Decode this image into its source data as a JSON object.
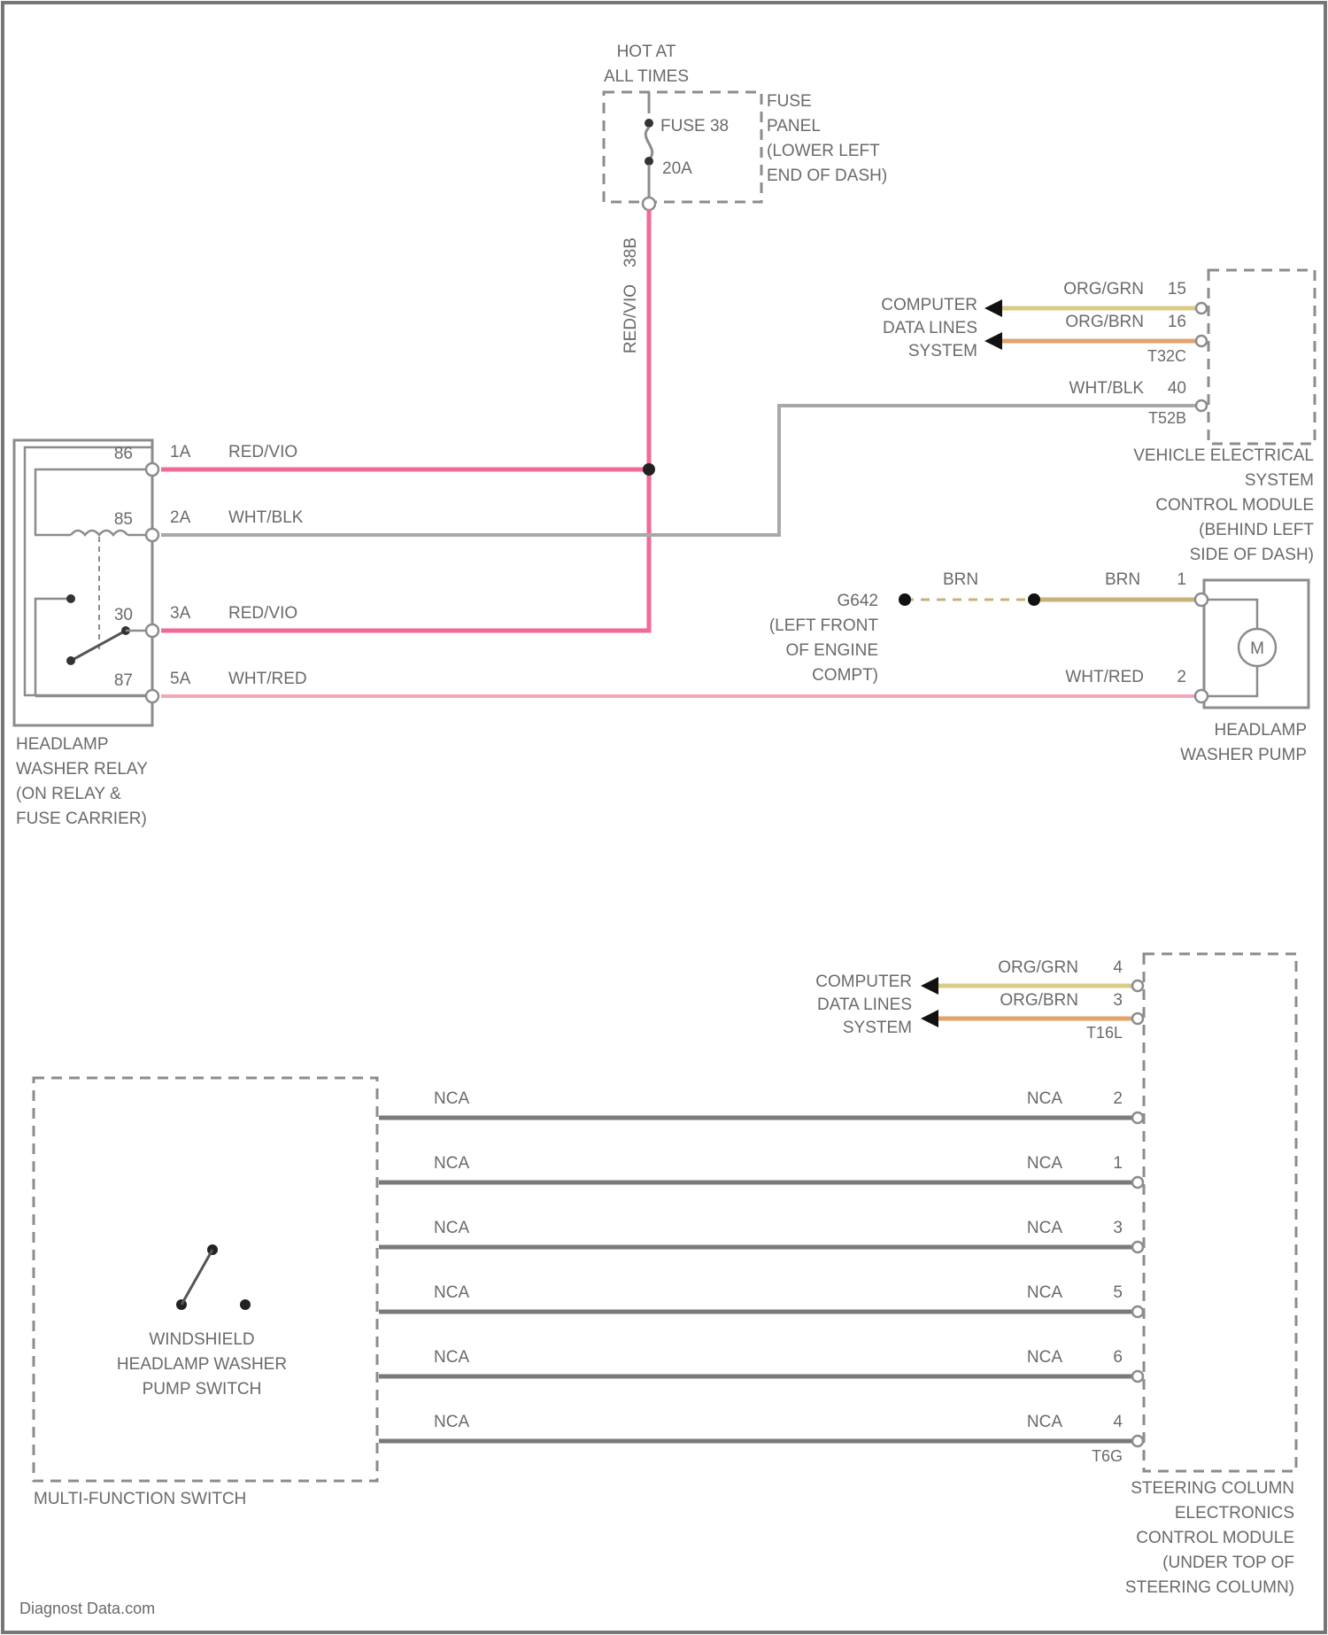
{
  "colors": {
    "red_vio": "#f06a97",
    "wht_red": "#f2a6b8",
    "wht_blk": "#a8a8a8",
    "org_grn": "#d8cc86",
    "org_brn": "#e0a46c",
    "brn": "#c9b27a",
    "nca": "#7a7a7a",
    "outline": "#8c8c8c",
    "text": "#6a6a6a"
  },
  "fuse": {
    "hot_line1": "HOT AT",
    "hot_line2": "ALL TIMES",
    "fuse_name": "FUSE 38",
    "fuse_rating": "20A",
    "panel_line1": "FUSE",
    "panel_line2": "PANEL",
    "panel_line3": "(LOWER LEFT",
    "panel_line4": "END OF DASH)",
    "pin": "38B",
    "wire": "RED/VIO"
  },
  "relay": {
    "pin_86": "86",
    "pin_85": "85",
    "pin_30": "30",
    "pin_87": "87",
    "label_line1": "HEADLAMP",
    "label_line2": "WASHER RELAY",
    "label_line3": "(ON RELAY &",
    "label_line4": "FUSE CARRIER)"
  },
  "relay_wires": [
    {
      "pin": "1A",
      "color": "RED/VIO"
    },
    {
      "pin": "2A",
      "color": "WHT/BLK"
    },
    {
      "pin": "3A",
      "color": "RED/VIO"
    },
    {
      "pin": "5A",
      "color": "WHT/RED"
    }
  ],
  "vecm": {
    "data_line1": "COMPUTER",
    "data_line2": "DATA LINES",
    "data_line3": "SYSTEM",
    "wire1_color": "ORG/GRN",
    "wire1_pin": "15",
    "wire2_color": "ORG/BRN",
    "wire2_pin": "16",
    "conn1": "T32C",
    "wire3_color": "WHT/BLK",
    "wire3_pin": "40",
    "conn2": "T52B",
    "label_line1": "VEHICLE ELECTRICAL",
    "label_line2": "SYSTEM",
    "label_line3": "CONTROL MODULE",
    "label_line4": "(BEHIND LEFT",
    "label_line5": "SIDE OF DASH)"
  },
  "pump": {
    "ground_name": "G642",
    "ground_line2": "(LEFT FRONT",
    "ground_line3": "OF ENGINE",
    "ground_line4": "COMPT)",
    "brn1": "BRN",
    "brn2": "BRN",
    "pin1": "1",
    "pin2": "2",
    "wire": "WHT/RED",
    "motor": "M",
    "label_line1": "HEADLAMP",
    "label_line2": "WASHER PUMP"
  },
  "sccm": {
    "data_line1": "COMPUTER",
    "data_line2": "DATA LINES",
    "data_line3": "SYSTEM",
    "wire1_color": "ORG/GRN",
    "wire1_pin": "4",
    "wire2_color": "ORG/BRN",
    "wire2_pin": "3",
    "conn1": "T16L",
    "conn2": "T6G",
    "label_line1": "STEERING COLUMN",
    "label_line2": "ELECTRONICS",
    "label_line3": "CONTROL MODULE",
    "label_line4": "(UNDER TOP OF",
    "label_line5": "STEERING COLUMN)"
  },
  "nca_wires": [
    {
      "left": "NCA",
      "right": "NCA",
      "pin": "2"
    },
    {
      "left": "NCA",
      "right": "NCA",
      "pin": "1"
    },
    {
      "left": "NCA",
      "right": "NCA",
      "pin": "3"
    },
    {
      "left": "NCA",
      "right": "NCA",
      "pin": "5"
    },
    {
      "left": "NCA",
      "right": "NCA",
      "pin": "6"
    },
    {
      "left": "NCA",
      "right": "NCA",
      "pin": "4"
    }
  ],
  "switch": {
    "label_line1": "WINDSHIELD",
    "label_line2": "HEADLAMP WASHER",
    "label_line3": "PUMP SWITCH",
    "mfs": "MULTI-FUNCTION SWITCH"
  },
  "watermark": "Diagnost Data.com"
}
